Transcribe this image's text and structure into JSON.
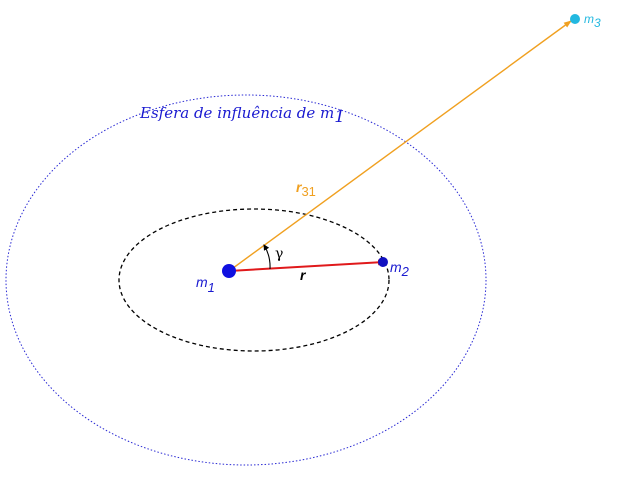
{
  "labels": {
    "sphere": "Esfera de influência de m",
    "sphere_sub": "1",
    "m1": "m",
    "m1_sub": "1",
    "m2": "m",
    "m2_sub": "2",
    "m3": "m",
    "m3_sub": "3",
    "r": "r",
    "r31": "r",
    "r31_sub": "31",
    "gamma": "γ"
  },
  "colors": {
    "sphere": "#2a2ad4",
    "orbit": "#000000",
    "vector_r": "#e0191b",
    "vector_r31": "#f0a020",
    "body_m1": "#1010e0",
    "body_m2": "#1010c0",
    "body_m3": "#22b8e0",
    "label_blue": "#1a1ad0",
    "label_cyan": "#22b8e0"
  }
}
